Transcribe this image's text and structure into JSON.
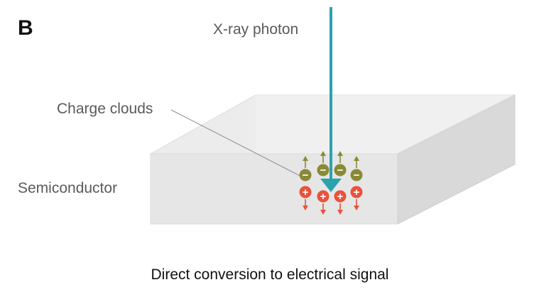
{
  "panel_label": "B",
  "labels": {
    "photon": "X-ray photon",
    "charge_clouds": "Charge clouds",
    "semiconductor": "Semiconductor",
    "caption": "Direct conversion to electrical signal"
  },
  "symbols": {
    "negative": "−",
    "positive": "+"
  },
  "colors": {
    "photon": "#2aa3ad",
    "electron": "#8a8a35",
    "hole": "#e8533a",
    "slab_top": "#ececec",
    "slab_front": "#e6e6e6",
    "slab_side": "#d9d9d9",
    "leader_line": "#8c8c8c",
    "text_gray": "#5a5a5a"
  },
  "charges": {
    "electron_count": 4,
    "hole_count": 4
  }
}
